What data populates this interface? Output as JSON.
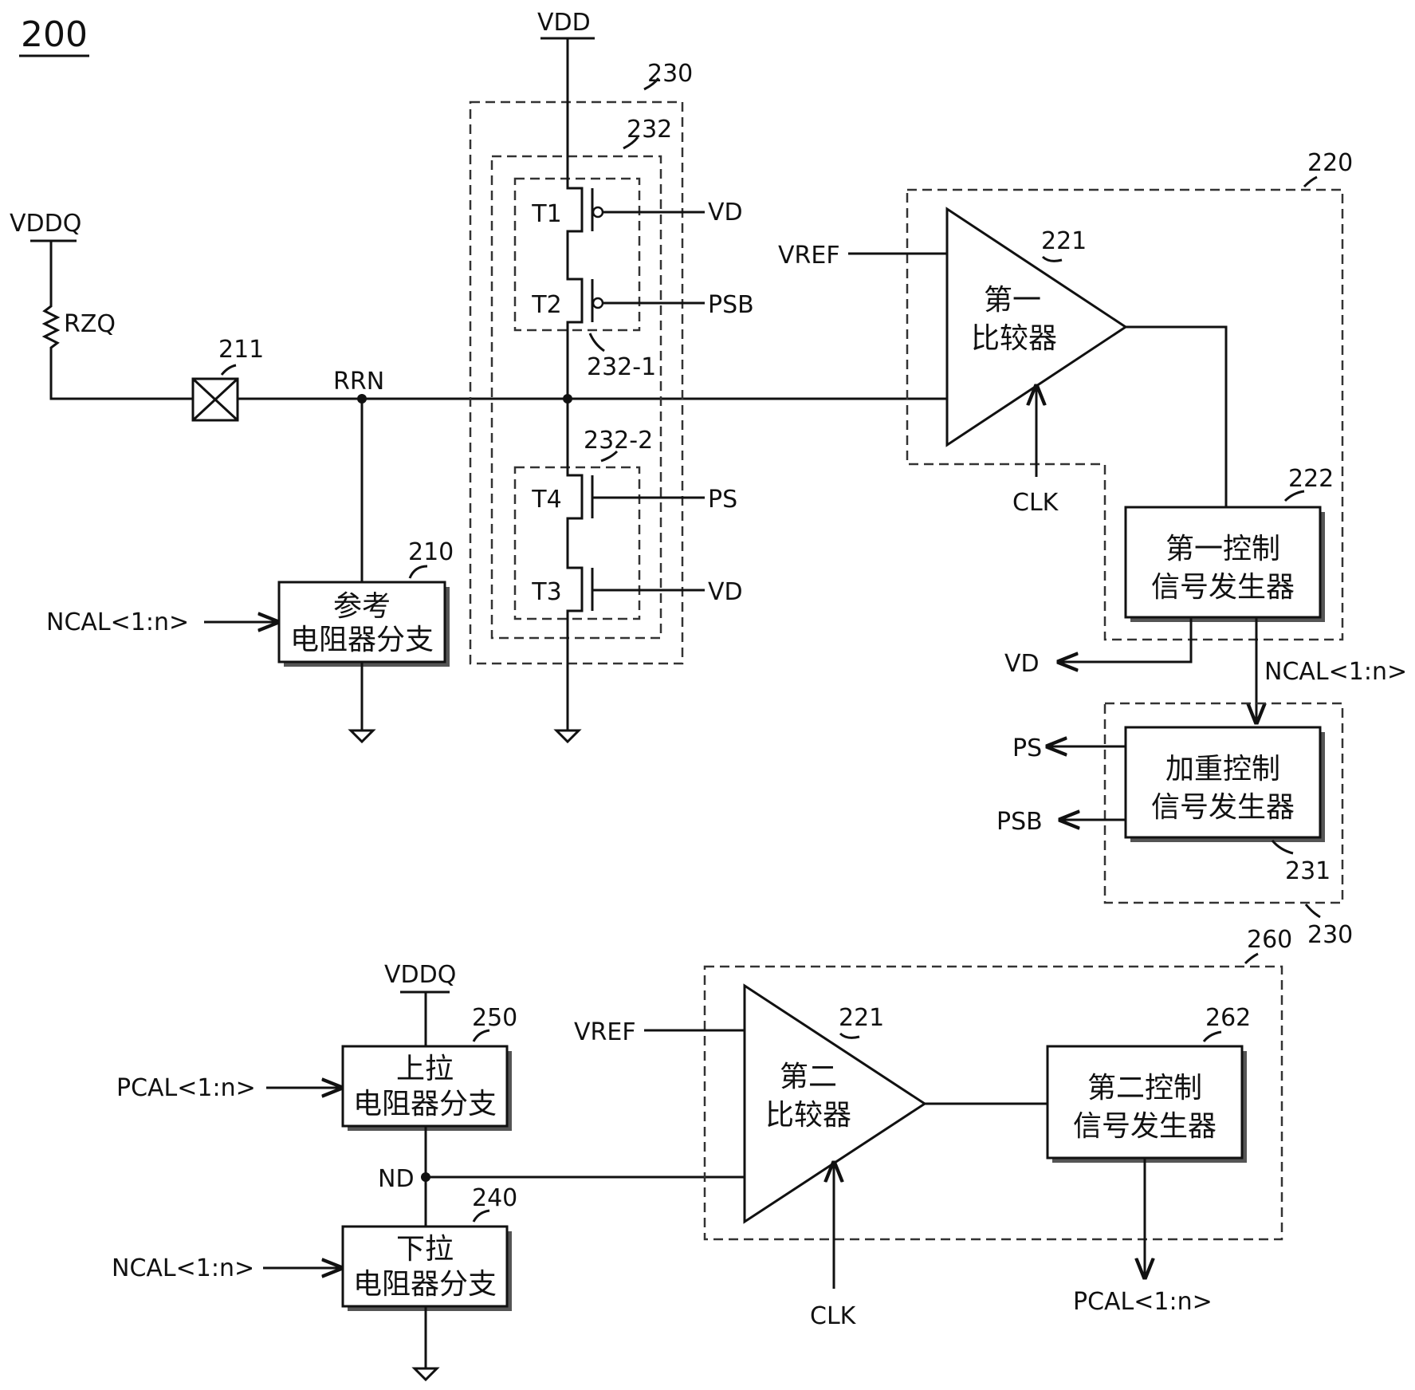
{
  "figure": {
    "number": "200"
  },
  "upper_circuit": {
    "supply_vddq": "VDDQ",
    "resistor_rzq": "RZQ",
    "pad_ref": "211",
    "node_rrn": "RRN",
    "supply_vdd": "VDD",
    "block_230_ref": "230",
    "block_232_ref": "232",
    "block_232_1_ref": "232-1",
    "block_232_2_ref": "232-2",
    "t1": "T1",
    "t2": "T2",
    "t3": "T3",
    "t4": "T4",
    "gate_t1": "VD",
    "gate_t2": "PSB",
    "gate_t4": "PS",
    "gate_t3": "VD",
    "ref_branch": {
      "ref": "210",
      "line1": "参考",
      "line2": "电阻器分支",
      "input": "NCAL<1:n>"
    },
    "block_220_ref": "220",
    "comparator1": {
      "ref": "221",
      "line1": "第一",
      "line2": "比较器",
      "in_ref": "VREF",
      "clk": "CLK"
    },
    "ctrl1": {
      "ref": "222",
      "line1": "第一控制",
      "line2": "信号发生器",
      "out_vd": "VD",
      "out_ncal": "NCAL<1:n>"
    },
    "weight_ctrl": {
      "ref": "231",
      "line1": "加重控制",
      "line2": "信号发生器",
      "out_ps": "PS",
      "out_psb": "PSB",
      "group_ref": "230"
    }
  },
  "lower_circuit": {
    "supply_vddq": "VDDQ",
    "pullup": {
      "ref": "250",
      "line1": "上拉",
      "line2": "电阻器分支",
      "input": "PCAL<1:n>"
    },
    "node_nd": "ND",
    "pulldown": {
      "ref": "240",
      "line1": "下拉",
      "line2": "电阻器分支",
      "input": "NCAL<1:n>"
    },
    "block_260_ref": "260",
    "comparator2": {
      "ref": "221",
      "line1": "第二",
      "line2": "比较器",
      "in_ref": "VREF",
      "clk": "CLK"
    },
    "ctrl2": {
      "ref": "262",
      "line1": "第二控制",
      "line2": "信号发生器",
      "output": "PCAL<1:n>"
    }
  }
}
